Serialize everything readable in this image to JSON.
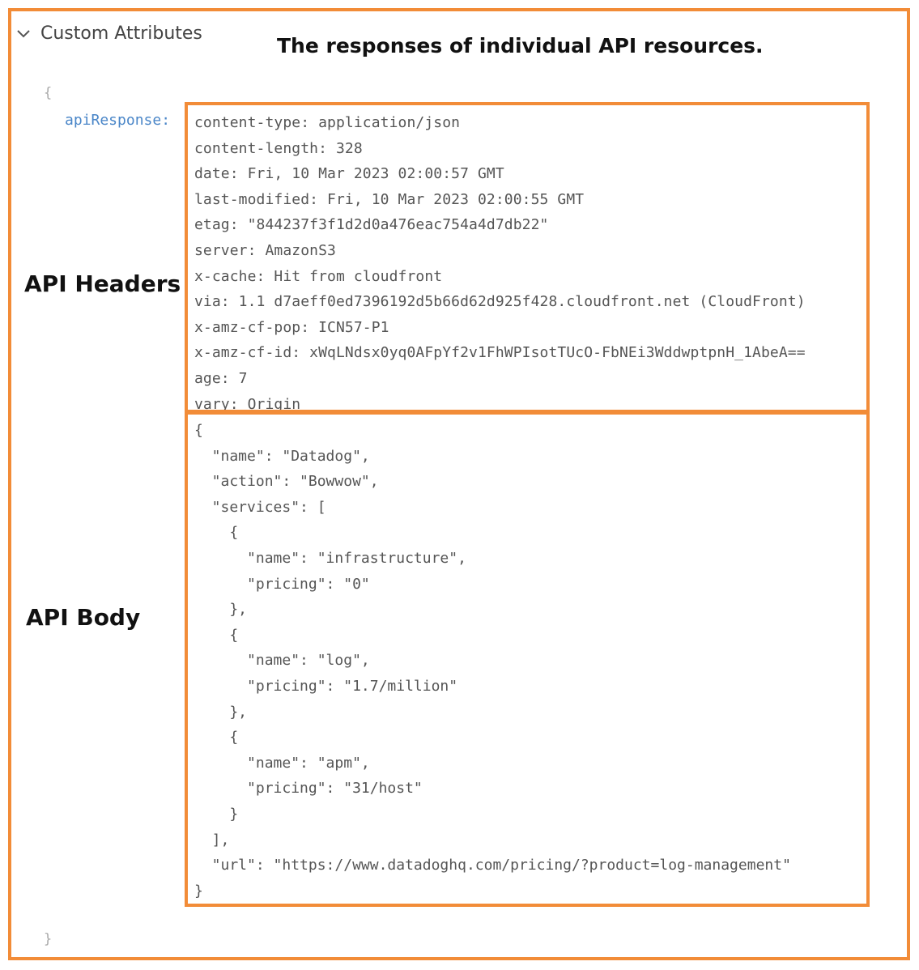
{
  "section": {
    "title": "Custom Attributes",
    "icon": "chevron-down-icon"
  },
  "annotation": {
    "title": "The responses of individual API resources.",
    "headers_label": "API Headers",
    "body_label": "API Body"
  },
  "json_view": {
    "open_brace": "{",
    "close_brace": "}",
    "key": "apiResponse:",
    "header_lines": [
      "content-type: application/json",
      "content-length: 328",
      "date: Fri, 10 Mar 2023 02:00:57 GMT",
      "last-modified: Fri, 10 Mar 2023 02:00:55 GMT",
      "etag: \"844237f3f1d2d0a476eac754a4d7db22\"",
      "server: AmazonS3",
      "x-cache: Hit from cloudfront",
      "via: 1.1 d7aeff0ed7396192d5b66d62d925f428.cloudfront.net (CloudFront)",
      "x-amz-cf-pop: ICN57-P1",
      "x-amz-cf-id: xWqLNdsx0yq0AFpYf2v1FhWPIsotTUcO-FbNEi3WddwptpnH_1AbeA==",
      "age: 7",
      "vary: Origin"
    ],
    "body_lines": [
      "{",
      "  \"name\": \"Datadog\",",
      "  \"action\": \"Bowwow\",",
      "  \"services\": [",
      "    {",
      "      \"name\": \"infrastructure\",",
      "      \"pricing\": \"0\"",
      "    },",
      "    {",
      "      \"name\": \"log\",",
      "      \"pricing\": \"1.7/million\"",
      "    },",
      "    {",
      "      \"name\": \"apm\",",
      "      \"pricing\": \"31/host\"",
      "    }",
      "  ],",
      "  \"url\": \"https://www.datadoghq.com/pricing/?product=log-management\"",
      "}"
    ]
  },
  "colors": {
    "accent_orange": "#f28c38",
    "key_blue": "#4a86c8",
    "code_gray": "#555555"
  }
}
